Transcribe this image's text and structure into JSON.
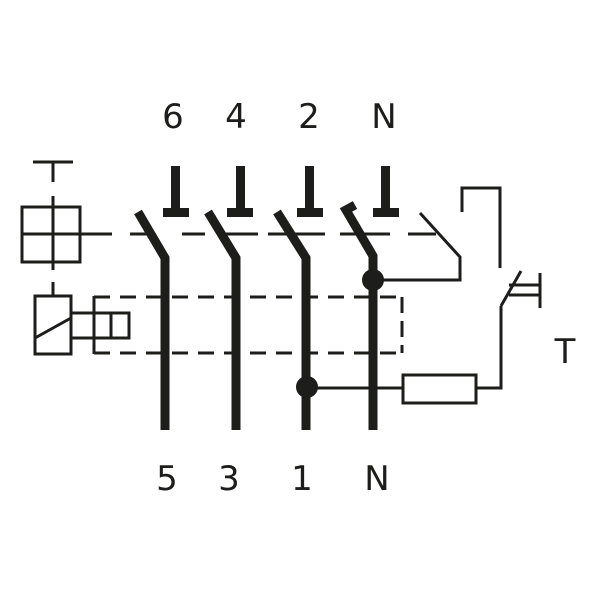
{
  "diagram": {
    "type": "residual-current circuit breaker (RCCB) 4-pole schematic",
    "colors": {
      "stroke": "#1d1d1b",
      "background": "#ffffff"
    },
    "top_terminals": [
      "6",
      "4",
      "2",
      "N"
    ],
    "bottom_terminals": [
      "5",
      "3",
      "1",
      "N"
    ],
    "test_button_label": "T",
    "components": [
      "manual-operating-mechanism",
      "residual-current-trip-relay",
      "summation-current-transformer",
      "test-resistor",
      "test-pushbutton",
      "4 switch contacts"
    ]
  }
}
